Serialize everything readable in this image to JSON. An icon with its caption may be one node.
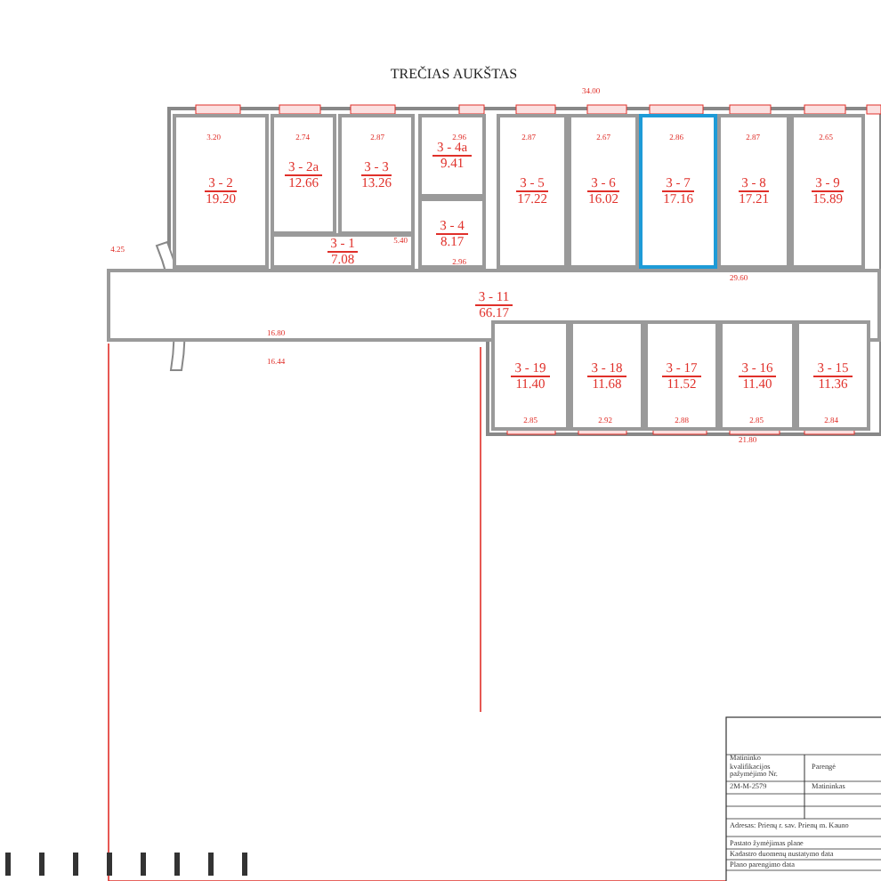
{
  "diagram": {
    "title": "TREČIAS AUKŠTAS",
    "nodes": [
      {
        "text": [
          "3 - 2",
          "19.20"
        ]
      },
      {
        "text": [
          "3 - 2a",
          "12.66"
        ]
      },
      {
        "text": [
          "3 - 3",
          "13.26"
        ]
      },
      {
        "text": [
          "3 - 4a",
          "9.41"
        ]
      },
      {
        "text": [
          "3 - 4",
          "8.17"
        ]
      },
      {
        "text": [
          "3 - 1",
          "7.08"
        ]
      },
      {
        "text": [
          "3 - 5",
          "17.22"
        ]
      },
      {
        "text": [
          "3 - 6",
          "16.02"
        ]
      },
      {
        "text": [
          "3 - 7",
          "17.16"
        ]
      },
      {
        "text": [
          "3 - 8",
          "17.21"
        ]
      },
      {
        "text": [
          "3 - 9",
          "15.89"
        ]
      },
      {
        "text": [
          "3 - 11",
          "66.17"
        ]
      },
      {
        "text": [
          "3 - 19",
          "11.40"
        ]
      },
      {
        "text": [
          "3 - 18",
          "11.68"
        ]
      },
      {
        "text": [
          "3 - 17",
          "11.52"
        ]
      },
      {
        "text": [
          "3 - 16",
          "11.40"
        ]
      },
      {
        "text": [
          "3 - 15",
          "11.36"
        ]
      }
    ],
    "edges": [],
    "labels": [
      "34.00",
      "3.20",
      "2.74",
      "2.87",
      "2.96",
      "2.87",
      "2.67",
      "2.86",
      "2.87",
      "2.65",
      "5.40",
      "2.96",
      "29.60",
      "4.25",
      "16.80",
      "16.44",
      "2.85",
      "2.92",
      "2.88",
      "2.85",
      "2.84",
      "21.80",
      "Matininko kvalifikacijos pažymėjimo Nr.",
      "Parengė",
      "2M-M-2579",
      "Matininkas",
      "Adresas: Prienų r. sav. Prienų m. Kauno",
      "Pastato žymėjimas plane",
      "Kadastro duomenų nustatymo data",
      "Plano parengimo data"
    ]
  }
}
